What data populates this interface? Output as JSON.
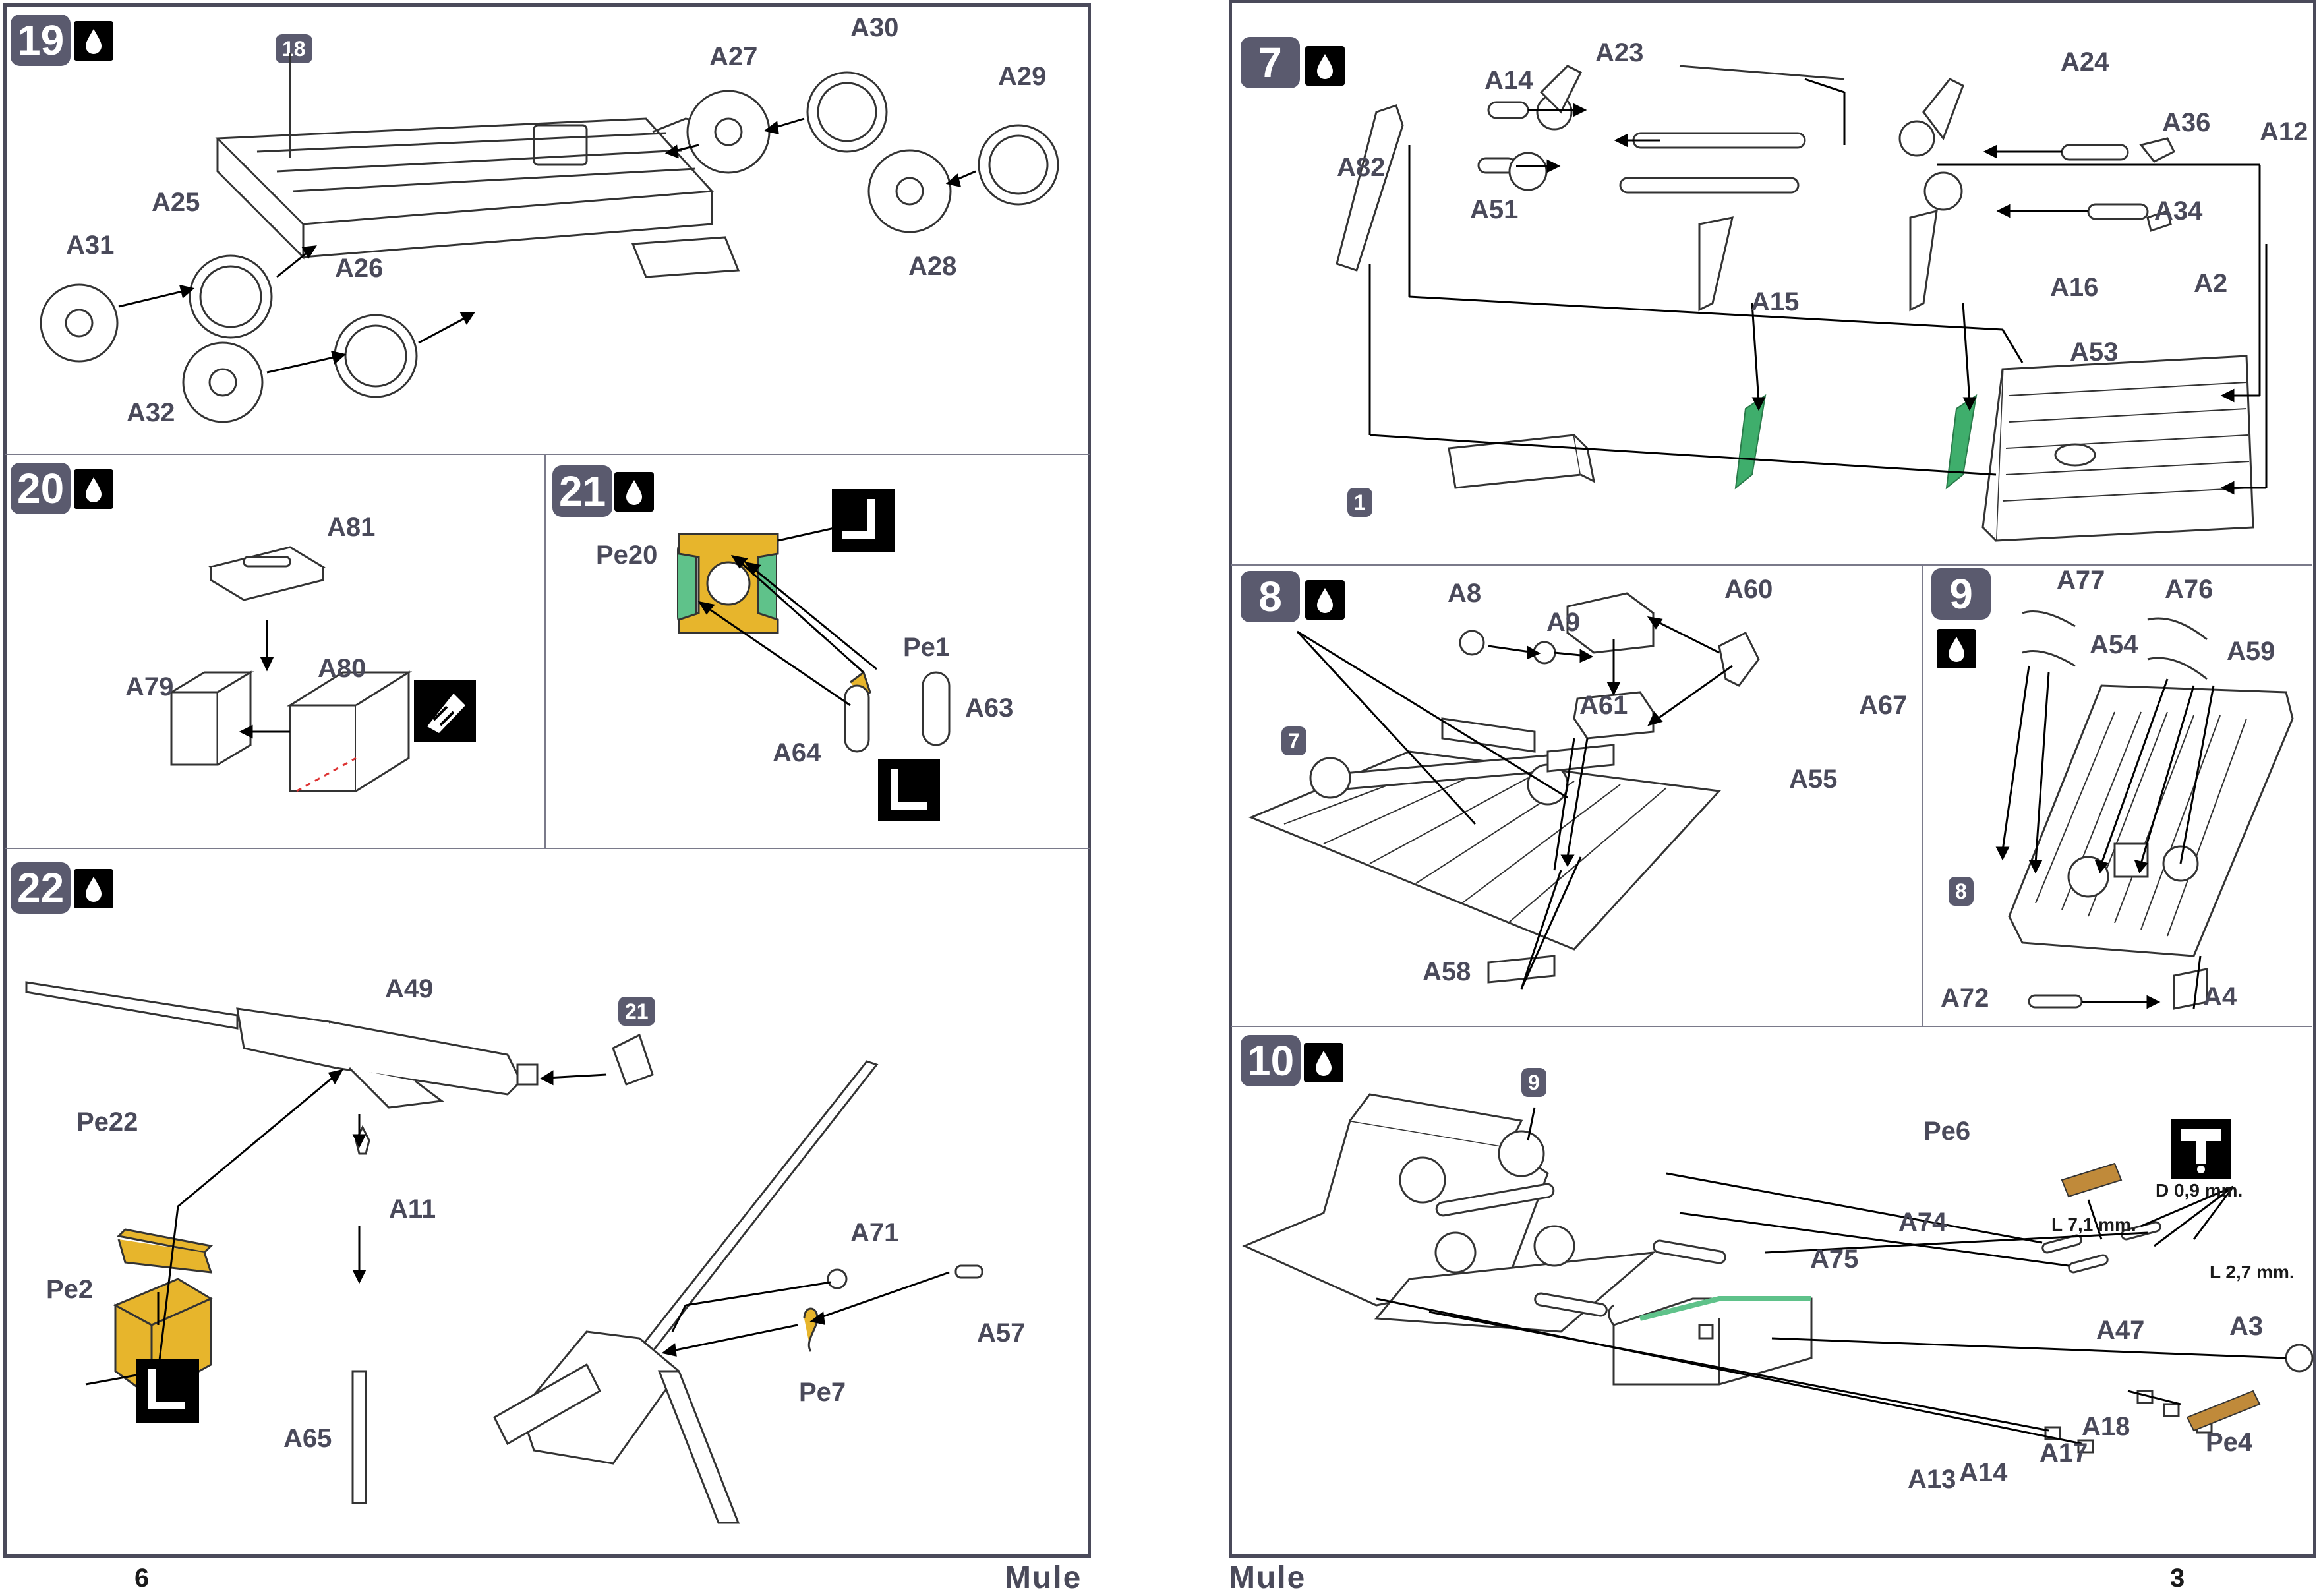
{
  "left_page": {
    "page_number": "6",
    "title": "Mule",
    "steps": {
      "s19": "19",
      "s20": "20",
      "s21": "21",
      "s22": "22"
    },
    "labels": {
      "a27": "A27",
      "a30": "A30",
      "a29": "A29",
      "a25": "A25",
      "a31": "A31",
      "a26": "A26",
      "a28": "A28",
      "a32": "A32",
      "a81": "A81",
      "a79": "A79",
      "a80": "A80",
      "pe20": "Pe20",
      "pe1": "Pe1",
      "a63": "A63",
      "a64": "A64",
      "a49": "A49",
      "pe22": "Pe22",
      "a11": "A11",
      "pe2": "Pe2",
      "a71": "A71",
      "a57": "A57",
      "pe7": "Pe7",
      "a65": "A65"
    },
    "tags": {
      "t18": "18",
      "t21": "21"
    }
  },
  "right_page": {
    "page_number": "3",
    "title": "Mule",
    "steps": {
      "s7": "7",
      "s8": "8",
      "s9": "9",
      "s10": "10"
    },
    "labels": {
      "a23": "A23",
      "a24": "A24",
      "a14": "A14",
      "a82": "A82",
      "a51": "A51",
      "a36": "A36",
      "a12": "A12",
      "a34": "A34",
      "a2": "A2",
      "a15": "A15",
      "a16": "A16",
      "a53": "A53",
      "a8": "A8",
      "a9": "A9",
      "a60": "A60",
      "a61": "A61",
      "a67": "A67",
      "a55": "A55",
      "a58": "A58",
      "a77": "A77",
      "a76": "A76",
      "a54": "A54",
      "a59": "A59",
      "a72": "A72",
      "a4": "A4",
      "pe6": "Pe6",
      "a74": "A74",
      "a75": "A75",
      "a47": "A47",
      "a3": "A3",
      "a18": "A18",
      "a17": "A17",
      "a14b": "A14",
      "a13": "A13",
      "pe4": "Pe4"
    },
    "tags": {
      "t1": "1",
      "t7": "7",
      "t8": "8",
      "t9": "9"
    },
    "notes": {
      "d": "D 0,9 mm.",
      "l71": "L 7,1 mm.",
      "l27": "L 2,7 mm."
    }
  },
  "colors": {
    "ink": "#4a4a5a",
    "tag": "#5a5a6e",
    "photoetch": "#e7b52c",
    "clear": "#5fc28a"
  }
}
